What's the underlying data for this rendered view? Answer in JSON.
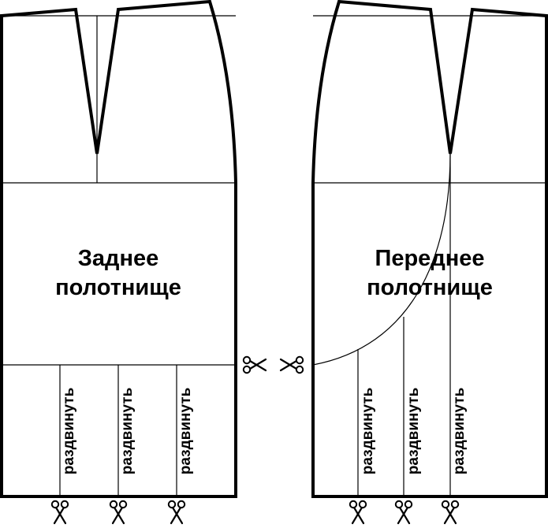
{
  "back_panel": {
    "title_line1": "Заднее",
    "title_line2": "полотнище",
    "slash_label": "раздвинуть"
  },
  "front_panel": {
    "title_line1": "Переднее",
    "title_line2": "полотнище",
    "slash_label": "раздвинуть"
  },
  "icons": {
    "cut": "scissors-icon"
  },
  "colors": {
    "line": "#000000",
    "background": "#ffffff"
  }
}
